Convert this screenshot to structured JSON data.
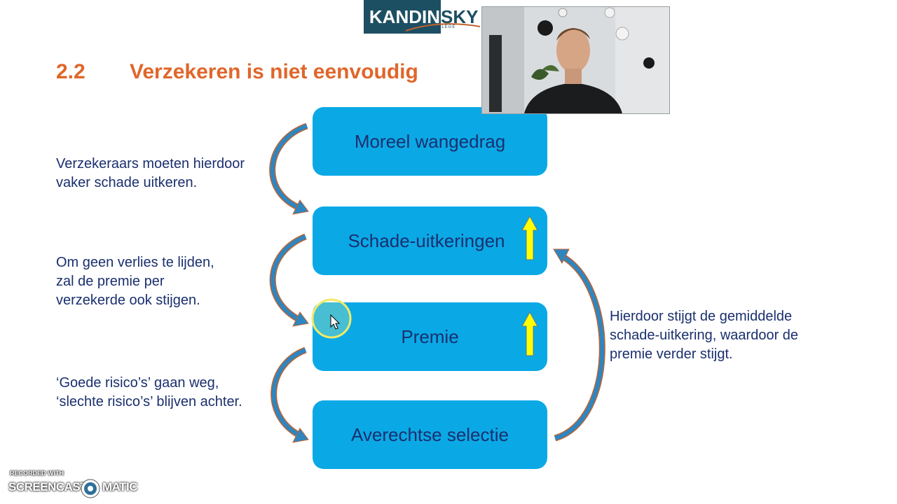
{
  "logo": {
    "left": "KANDIN",
    "right": "SKY",
    "sub": "COLLEGE"
  },
  "title": {
    "number": "2.2",
    "text": "Verzekeren is niet eenvoudig"
  },
  "boxes": [
    {
      "label": "Moreel wangedrag"
    },
    {
      "label": "Schade-uitkeringen",
      "arrow": "up"
    },
    {
      "label": "Premie",
      "arrow": "up"
    },
    {
      "label": "Averechtse selectie"
    }
  ],
  "explanations": {
    "e1": {
      "line1": "Verzekeraars moeten hierdoor",
      "line2": "vaker schade uitkeren."
    },
    "e2": {
      "line1": "Om geen verlies te lijden,",
      "line2": "zal de premie per",
      "line3": "verzekerde ook stijgen."
    },
    "e3": {
      "line1": "‘Goede risico’s’ gaan weg,",
      "line2": "‘slechte risico’s’ blijven achter."
    },
    "e4": {
      "line1": "Hierdoor stijgt de gemiddelde",
      "line2": "schade-uitkering, waardoor de",
      "line3": "premie verder stijgt."
    }
  },
  "watermark": {
    "top": "RECORDED WITH",
    "left": "SCREENCAST",
    "right": "MATIC"
  },
  "colors": {
    "title": "#e0662a",
    "box": "#0aa9e6",
    "text": "#1a2f6e",
    "arrow_fill": "#2e86c1",
    "arrow_edge": "#c0622e",
    "up_arrow": "#ffff00"
  }
}
